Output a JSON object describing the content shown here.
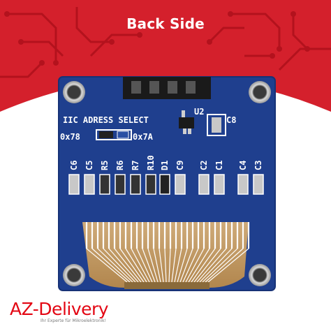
{
  "banner": {
    "title": "Back Side"
  },
  "brand": {
    "name": "AZ-Delivery",
    "tagline": "Ihr Experte für Mikroelektronik!"
  },
  "board": {
    "header_label": "IIC ADRESS SELECT",
    "address_left": "0x78",
    "address_right": "0x7A",
    "chip_label": "U2",
    "cap_label": "C8",
    "components": [
      "C6",
      "C5",
      "R5",
      "R6",
      "R7",
      "R10",
      "D1",
      "C9",
      "C2",
      "C1",
      "C4",
      "C3"
    ]
  },
  "colors": {
    "banner_red": "#d4202c",
    "pcb_blue": "#1f3f8e",
    "silkscreen": "#ffffff",
    "flex_cable": "#c9a064",
    "brand_red": "#e30613"
  },
  "icons": {
    "pin_header": "pin-header-icon",
    "mounting_holes": "mounting-hole-icon",
    "logo": "az-delivery-logo-icon"
  }
}
